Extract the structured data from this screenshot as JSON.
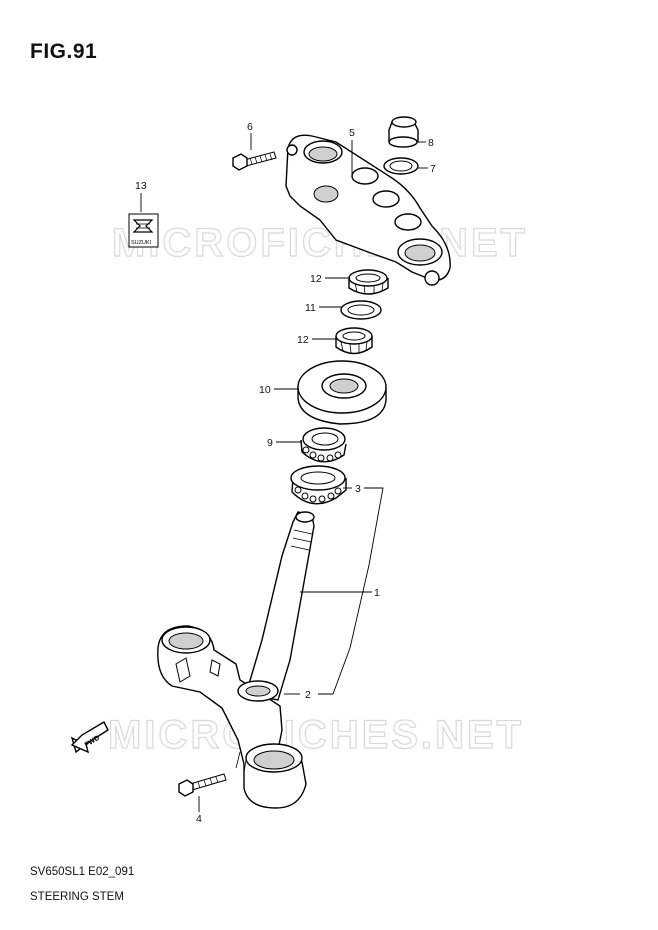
{
  "figure": {
    "title": "FIG.91",
    "model_code": "SV650SL1 E02_091",
    "section_name": "STEERING STEM"
  },
  "watermark": {
    "text": "MICROFICHES.NET"
  },
  "arrow": {
    "label": "FWD"
  },
  "emblem": {
    "brand": "SUZUKI"
  },
  "callouts": [
    "1",
    "2",
    "3",
    "4",
    "5",
    "6",
    "7",
    "8",
    "9",
    "10",
    "11",
    "12",
    "12",
    "13"
  ]
}
